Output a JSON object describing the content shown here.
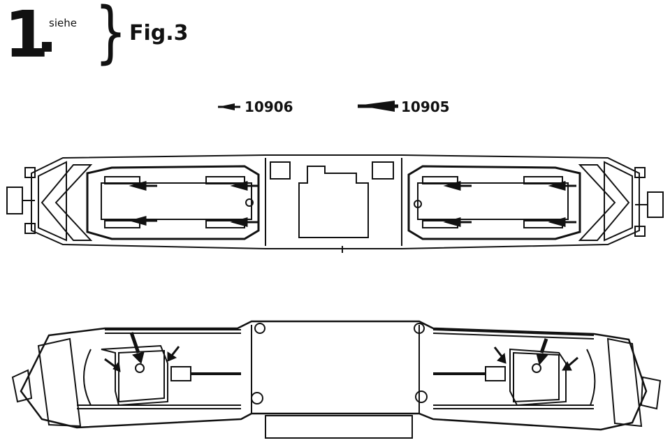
{
  "header": {
    "step_number": "1",
    "step_dot": ".",
    "see_word": "siehe",
    "brace": "}",
    "figure_ref": "Fig.3"
  },
  "legend": {
    "small_arrow_label": "10906",
    "large_arrow_label": "10905"
  },
  "colors": {
    "ink": "#111111",
    "paper": "#ffffff"
  }
}
